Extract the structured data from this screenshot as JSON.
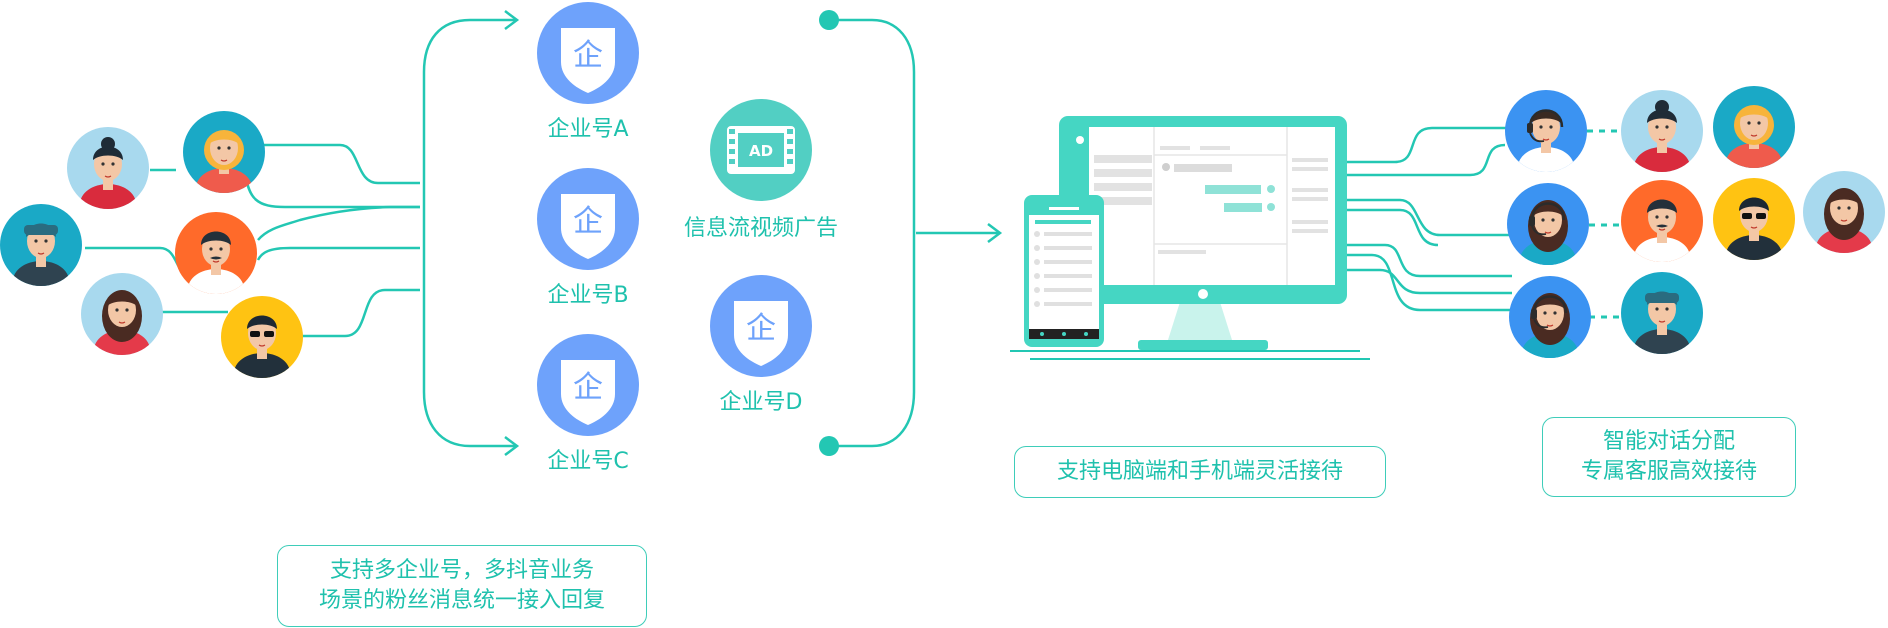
{
  "colors": {
    "accent": "#23c7b3",
    "enterprise_badge": "#6ea2fb",
    "ad_badge": "#52cfc3",
    "monitor": "#45d6c3",
    "text": "#1fc1ad"
  },
  "fans": [
    {
      "name": "fan-woman-bun",
      "skin": "#f3c7a6",
      "hair": "#1f2b36",
      "shirt": "#d92b3d",
      "bg": "#a8d9ee"
    },
    {
      "name": "fan-woman-blonde",
      "skin": "#f3c7a6",
      "hair": "#f7b43b",
      "shirt": "#ef5b4c",
      "bg": "#1aa9c6"
    },
    {
      "name": "fan-man-cap",
      "skin": "#f3c7a6",
      "hair": "#2a6c80",
      "shirt": "#2f4350",
      "bg": "#1aa9c6"
    },
    {
      "name": "fan-man-mustache",
      "skin": "#f3c7a6",
      "hair": "#24303a",
      "shirt": "#ffffff",
      "bg": "#ff6a2a"
    },
    {
      "name": "fan-woman-curly",
      "skin": "#f3c7a6",
      "hair": "#4a2b22",
      "shirt": "#e43a4a",
      "bg": "#a8d9ee"
    },
    {
      "name": "fan-man-sunglasses",
      "skin": "#f3c7a6",
      "hair": "#1d2833",
      "shirt": "#22303b",
      "bg": "#ffc312"
    }
  ],
  "enterprise_accounts": [
    {
      "badge": "企",
      "label": "企业号A"
    },
    {
      "badge": "企",
      "label": "企业号B"
    },
    {
      "badge": "企",
      "label": "企业号C"
    },
    {
      "badge": "企",
      "label": "企业号D"
    }
  ],
  "ad_source": {
    "badge": "AD",
    "label": "信息流视频广告"
  },
  "device_caption": "支持电脑端和手机端灵活接待",
  "agents": [
    {
      "name": "agent-man-headset",
      "bg": "#3b93f2"
    },
    {
      "name": "agent-woman-headset",
      "bg": "#3b93f2"
    },
    {
      "name": "agent-woman-headset-2",
      "bg": "#3b93f2"
    }
  ],
  "assigned_customers": [
    {
      "name": "customer-woman-bun",
      "bg": "#a8d9ee"
    },
    {
      "name": "customer-woman-blonde",
      "bg": "#1aa9c6"
    },
    {
      "name": "customer-man-mustache",
      "bg": "#ff6a2a"
    },
    {
      "name": "customer-man-sunglasses",
      "bg": "#ffc312"
    },
    {
      "name": "customer-woman-curly",
      "bg": "#a8d9ee"
    },
    {
      "name": "customer-man-cap",
      "bg": "#1aa9c6"
    }
  ],
  "dispatch_caption": {
    "line1": "智能对话分配",
    "line2": "专属客服高效接待"
  },
  "multi_account_caption": {
    "line1": "支持多企业号，多抖音业务",
    "line2": "场景的粉丝消息统一接入回复"
  }
}
